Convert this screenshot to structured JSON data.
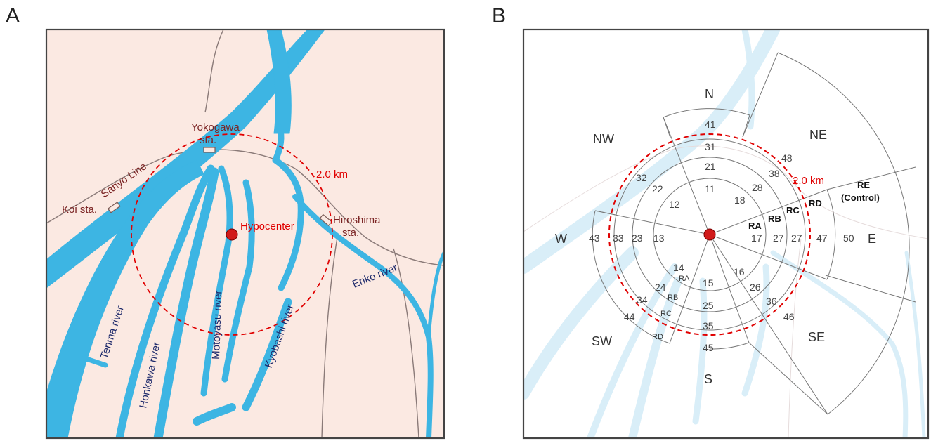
{
  "panels": {
    "a": {
      "letter": "A"
    },
    "b": {
      "letter": "B"
    }
  },
  "map_a": {
    "stations": {
      "yokogawa_1": "Yokogawa",
      "yokogawa_2": "sta.",
      "koi": "Koi sta.",
      "hiroshima_1": "Hiroshima",
      "hiroshima_2": "sta."
    },
    "line": "Sanyo Line",
    "radius_label": "2.0 km",
    "hypocenter": "Hypocenter",
    "rivers": {
      "tenma": "Tenma river",
      "honkawa": "Honkawa river",
      "motoyasu": "Motoyasu river",
      "kyobashi": "Kyobashi river",
      "enko": "Enko river"
    }
  },
  "map_b": {
    "directions": {
      "n": "N",
      "ne": "NE",
      "e": "E",
      "se": "SE",
      "s": "S",
      "sw": "SW",
      "w": "W",
      "nw": "NW"
    },
    "radius_label": "2.0 km",
    "sector_numbers": {
      "n": [
        "11",
        "21",
        "31",
        "41"
      ],
      "ne": [
        "18",
        "28",
        "38",
        "48"
      ],
      "e": [
        "17",
        "27",
        "27",
        "47",
        "50"
      ],
      "se": [
        "16",
        "26",
        "36",
        "46"
      ],
      "s": [
        "15",
        "25",
        "35",
        "45"
      ],
      "sw": [
        "14",
        "24",
        "34",
        "44"
      ],
      "w": [
        "13",
        "23",
        "33",
        "43"
      ],
      "nw": [
        "12",
        "22",
        "32"
      ]
    },
    "ring_labels_east": [
      "RA",
      "RB",
      "RC",
      "RD"
    ],
    "ring_labels_sw": [
      "RA",
      "RB",
      "RC",
      "RD"
    ],
    "control_1": "RE",
    "control_2": "(Control)"
  },
  "colors": {
    "river": "#3db5e3",
    "land": "#fbe9e2",
    "radius": "#e00000",
    "hypocenter": "#d11a1a",
    "river_faint": "#d9eef8"
  }
}
